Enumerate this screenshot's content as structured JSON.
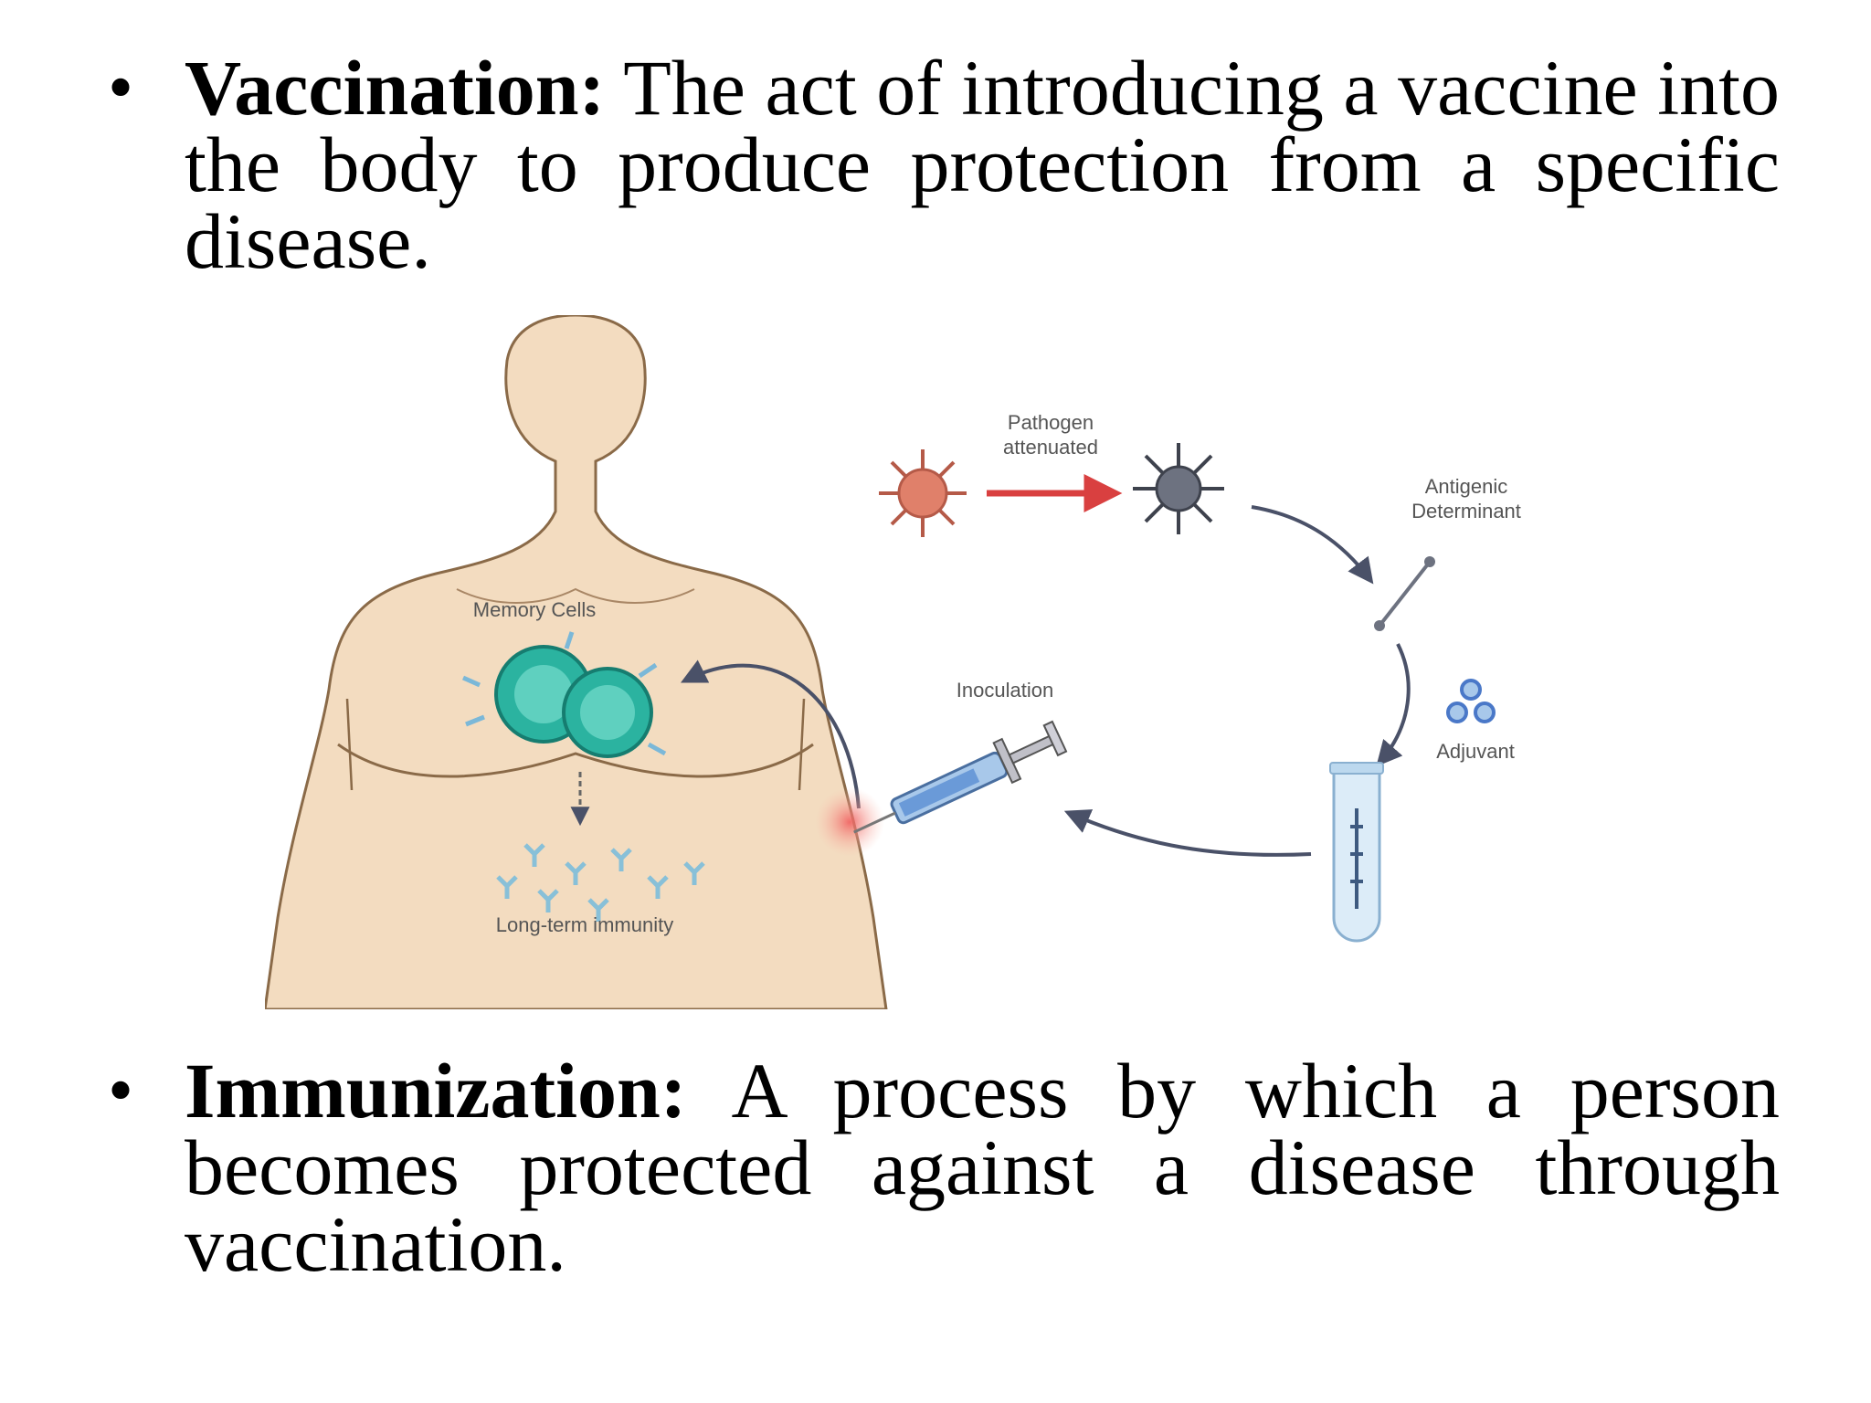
{
  "bullets": [
    {
      "term": "Vaccination:",
      "text": "The act of introducing a vaccine into the body to produce protection from a specific disease."
    },
    {
      "term": "Immunization:",
      "text": "A process by which a person becomes protected against a disease through vaccination."
    }
  ],
  "diagram": {
    "labels": {
      "pathogen_line1": "Pathogen",
      "pathogen_line2": "attenuated",
      "antigenic_line1": "Antigenic",
      "antigenic_line2": "Determinant",
      "adjuvant": "Adjuvant",
      "inoculation": "Inoculation",
      "memory_cells": "Memory Cells",
      "long_term_immunity": "Long-term immunity"
    },
    "colors": {
      "skin": "#f3dcc0",
      "outline": "#8a6a48",
      "pathogen_live": "#e0806a",
      "pathogen_attenuated": "#6d7280",
      "arrow_red": "#d94040",
      "arrow_dark": "#4a5168",
      "memory_cell": "#2bb3a0",
      "injection_site": "#f08080",
      "adjuvant": "#4a78c8"
    }
  }
}
